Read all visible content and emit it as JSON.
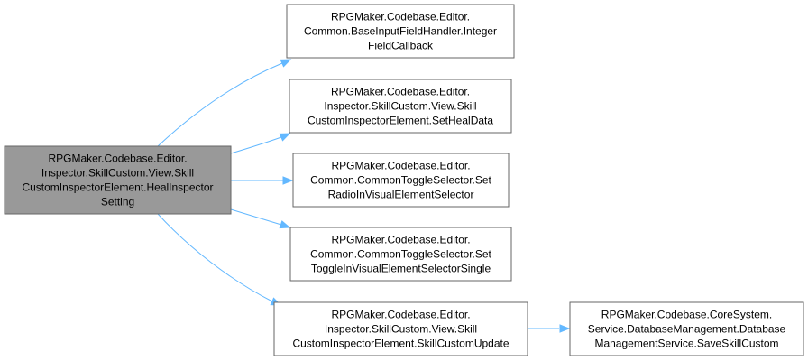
{
  "colors": {
    "edge": "#63b8ff",
    "focus_fill": "#999999",
    "node_border": "#666666"
  },
  "nodes": {
    "root": {
      "lines": [
        "RPGMaker.Codebase.Editor.",
        "Inspector.SkillCustom.View.Skill",
        "CustomInspectorElement.HealInspector",
        "Setting"
      ]
    },
    "n1": {
      "lines": [
        "RPGMaker.Codebase.Editor.",
        "Common.BaseInputFieldHandler.Integer",
        "FieldCallback"
      ]
    },
    "n2": {
      "lines": [
        "RPGMaker.Codebase.Editor.",
        "Inspector.SkillCustom.View.Skill",
        "CustomInspectorElement.SetHealData"
      ]
    },
    "n3": {
      "lines": [
        "RPGMaker.Codebase.Editor.",
        "Common.CommonToggleSelector.Set",
        "RadioInVisualElementSelector"
      ]
    },
    "n4": {
      "lines": [
        "RPGMaker.Codebase.Editor.",
        "Common.CommonToggleSelector.Set",
        "ToggleInVisualElementSelectorSingle"
      ]
    },
    "n5": {
      "lines": [
        "RPGMaker.Codebase.Editor.",
        "Inspector.SkillCustom.View.Skill",
        "CustomInspectorElement.SkillCustomUpdate"
      ]
    },
    "n6": {
      "lines": [
        "RPGMaker.Codebase.CoreSystem.",
        "Service.DatabaseManagement.Database",
        "ManagementService.SaveSkillCustom"
      ]
    }
  },
  "edges": [
    {
      "from": "root",
      "to": "n1"
    },
    {
      "from": "root",
      "to": "n2"
    },
    {
      "from": "root",
      "to": "n3"
    },
    {
      "from": "root",
      "to": "n4"
    },
    {
      "from": "root",
      "to": "n5"
    },
    {
      "from": "n5",
      "to": "n6"
    }
  ]
}
